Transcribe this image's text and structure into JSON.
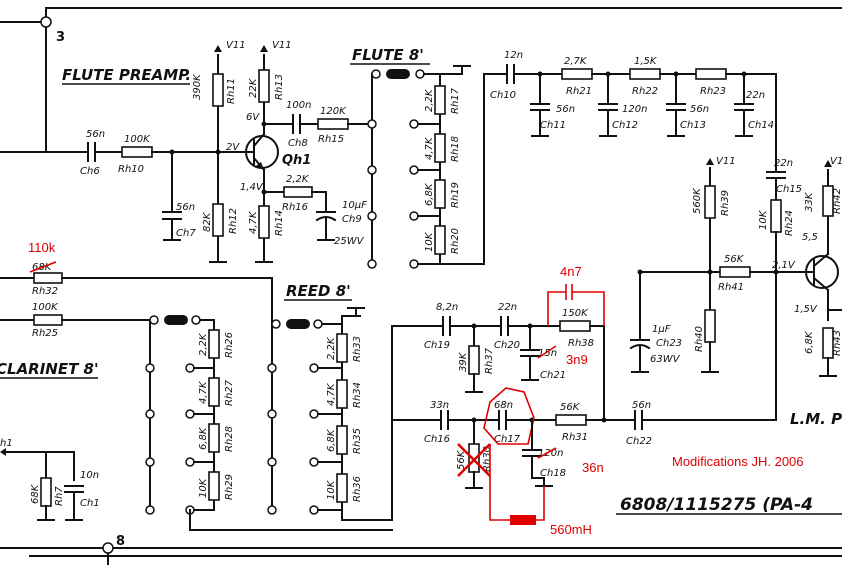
{
  "sections": {
    "flute_preamp": "FLUTE PREAMP.",
    "flute_8": "FLUTE 8'",
    "reed_8": "REED 8'",
    "clarinet_8": "CLARINET 8'",
    "lm_partial": "L.M. P"
  },
  "pins": {
    "p3": "3",
    "p8": "8"
  },
  "supply": {
    "v11": "V11",
    "v11_partial": "V1"
  },
  "transistors": {
    "qh1": "Qh1"
  },
  "voltages": {
    "v6": "6V",
    "v2": "2V",
    "v1_4": "1,4V",
    "v2_1": "2,1V",
    "v1_5": "1,5V",
    "v5_5_partial": "5,5"
  },
  "components": {
    "ch6": {
      "ref": "Ch6",
      "value": "56n"
    },
    "rh10": {
      "ref": "Rh10",
      "value": "100K"
    },
    "rh11": {
      "ref": "Rh11",
      "value": "390K"
    },
    "rh12": {
      "ref": "Rh12",
      "value": "82K"
    },
    "ch7": {
      "ref": "Ch7",
      "value": "56n"
    },
    "rh13": {
      "ref": "Rh13",
      "value": "22K"
    },
    "ch8": {
      "ref": "Ch8",
      "value": "100n"
    },
    "rh15": {
      "ref": "Rh15",
      "value": "120K"
    },
    "rh14": {
      "ref": "Rh14",
      "value": "4,7K"
    },
    "rh16": {
      "ref": "Rh16",
      "value": "2,2K"
    },
    "ch9": {
      "ref": "Ch9",
      "value": "10µF",
      "rating": "25WV"
    },
    "rh17": {
      "ref": "Rh17",
      "value": "2,2K"
    },
    "rh18": {
      "ref": "Rh18",
      "value": "4,7K"
    },
    "rh19": {
      "ref": "Rh19",
      "value": "6,8K"
    },
    "rh20": {
      "ref": "Rh20",
      "value": "10K"
    },
    "ch10": {
      "ref": "Ch10",
      "value": "12n"
    },
    "rh21": {
      "ref": "Rh21",
      "value": "2,7K"
    },
    "ch11": {
      "ref": "Ch11",
      "value": "56n"
    },
    "rh22": {
      "ref": "Rh22",
      "value": "1,5K"
    },
    "ch12": {
      "ref": "Ch12",
      "value": "120n"
    },
    "rh23": {
      "ref": "Rh23",
      "value": ""
    },
    "ch13": {
      "ref": "Ch13",
      "value": "56n"
    },
    "ch14": {
      "ref": "Ch14",
      "value": "22n"
    },
    "ch15": {
      "ref": "Ch15",
      "value": "22n"
    },
    "rh39": {
      "ref": "Rh39",
      "value": "560K"
    },
    "rh24": {
      "ref": "Rh24",
      "value": "10K"
    },
    "rh42": {
      "ref": "Rh42",
      "value": "33K"
    },
    "rh41": {
      "ref": "Rh41",
      "value": "56K"
    },
    "rh40": {
      "ref": "Rh40",
      "value": ""
    },
    "ch23": {
      "ref": "Ch23",
      "value": "1µF",
      "rating": "63WV"
    },
    "rh43": {
      "ref": "Rh43",
      "value": "6,8K"
    },
    "rh32": {
      "ref": "Rh32",
      "value": "68K",
      "mod": "110k"
    },
    "rh25": {
      "ref": "Rh25",
      "value": "100K"
    },
    "rh26": {
      "ref": "Rh26",
      "value": "2,2K"
    },
    "rh27": {
      "ref": "Rh27",
      "value": "4,7K"
    },
    "rh28": {
      "ref": "Rh28",
      "value": "6,8K"
    },
    "rh29": {
      "ref": "Rh29",
      "value": "10K"
    },
    "rh33": {
      "ref": "Rh33",
      "value": "2,2K"
    },
    "rh34": {
      "ref": "Rh34",
      "value": "4,7K"
    },
    "rh35": {
      "ref": "Rh35",
      "value": "6,8K"
    },
    "rh36": {
      "ref": "Rh36",
      "value": "10K"
    },
    "ch19": {
      "ref": "Ch19",
      "value": "8,2n"
    },
    "ch20": {
      "ref": "Ch20",
      "value": "22n"
    },
    "rh38": {
      "ref": "Rh38",
      "value": "150K",
      "mod": "4n7"
    },
    "rh37": {
      "ref": "Rh37",
      "value": "39K"
    },
    "ch21": {
      "ref": "Ch21",
      "value": "15n",
      "mod": "3n9"
    },
    "ch16": {
      "ref": "Ch16",
      "value": "33n"
    },
    "ch17": {
      "ref": "Ch17",
      "value": "68n"
    },
    "rh30": {
      "ref": "Rh30",
      "value": "56K"
    },
    "rh31": {
      "ref": "Rh31",
      "value": "56K"
    },
    "ch18": {
      "ref": "Ch18",
      "value": "120n",
      "mod": "36n"
    },
    "ch22": {
      "ref": "Ch22",
      "value": "56n"
    },
    "rh7": {
      "ref": "Rh7",
      "value": "68K"
    },
    "ch1": {
      "ref": "Ch1",
      "value": "10n"
    },
    "h1_partial": {
      "ref": "h1",
      "value": ""
    }
  },
  "modifications": {
    "inductor": "560mH",
    "note": "Modifications JH. 2006"
  },
  "part_number": "6808/1115275 (PA-4"
}
